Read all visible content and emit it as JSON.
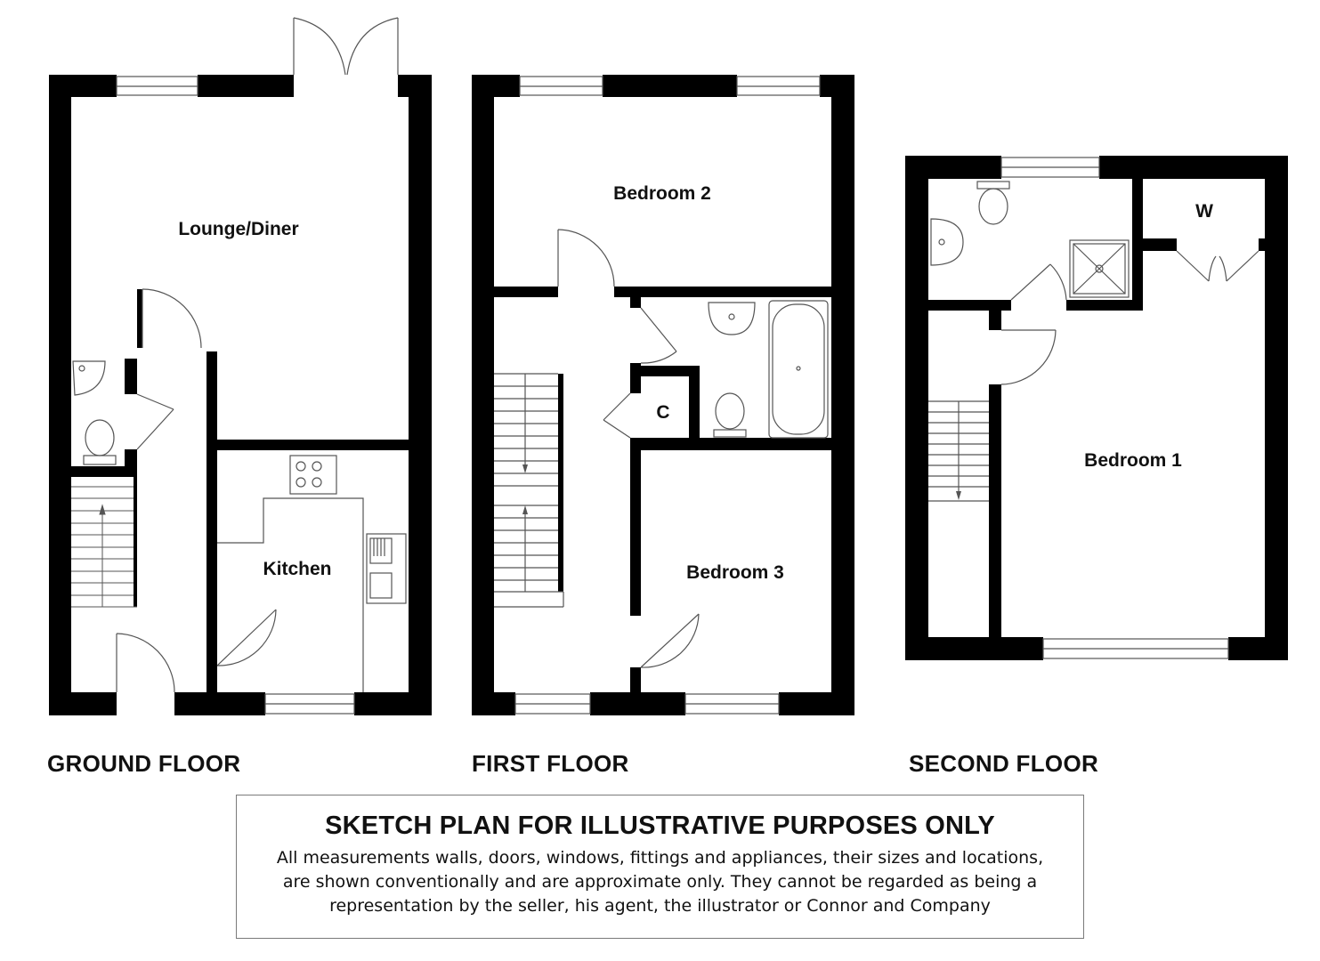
{
  "floors": [
    {
      "title": "GROUND FLOOR",
      "rooms": [
        "Lounge/Diner",
        "Kitchen"
      ]
    },
    {
      "title": "FIRST FLOOR",
      "rooms": [
        "Bedroom 2",
        "C",
        "Bedroom 3"
      ]
    },
    {
      "title": "SECOND FLOOR",
      "rooms": [
        "W",
        "Bedroom 1"
      ]
    }
  ],
  "disclaimer": {
    "title": "SKETCH PLAN FOR ILLUSTRATIVE PURPOSES ONLY",
    "lines": [
      "All measurements walls, doors, windows, fittings and appliances, their sizes and locations,",
      "are shown conventionally and are approximate only. They cannot be regarded as being a",
      "representation by the seller, his agent, the illustrator or Connor and Company"
    ]
  },
  "colors": {
    "wall": "#000000",
    "line": "#555555",
    "background": "#ffffff"
  }
}
